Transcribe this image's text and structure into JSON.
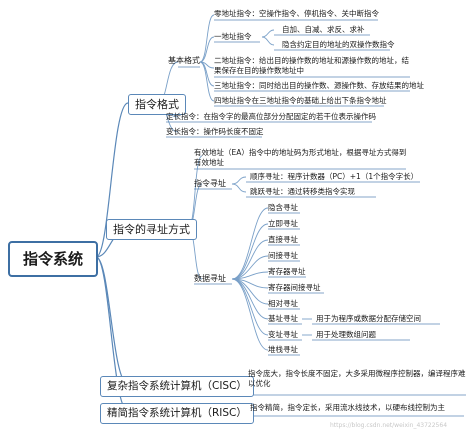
{
  "root": {
    "label": "指令系统"
  },
  "branches": {
    "format": {
      "label": "指令格式",
      "basic": {
        "label": "基本格式",
        "zero_addr": "零地址指令：空操作指令、停机指令、关中断指令",
        "one_addr": {
          "label": "一地址指令",
          "items": [
            "自加、自减、求反、求补",
            "隐含约定目的地址的双操作数指令"
          ]
        },
        "two_addr": "二地址指令：给出目的操作数的地址和源操作数的地址，结果保存在目的操作数地址中",
        "three_addr": "三地址指令：同时给出目的操作数、源操作数、存放结果的地址",
        "four_addr": "四地址指令在三地址指令的基础上给出下条指令地址"
      },
      "fixed_len": "定长指令：在指令字的最高位部分分配固定的若干位表示操作码",
      "var_len": "变长指令：操作码长度不固定"
    },
    "addressing": {
      "label": "指令的寻址方式",
      "ea_desc": "有效地址（EA）指令中的地址码为形式地址，根据寻址方式得到有效地址",
      "instr_addr": {
        "label": "指令寻址",
        "seq": "顺序寻址：程序计数器（PC）+1（1个指令字长）",
        "jump": "跳跃寻址：通过转移类指令实现"
      },
      "data_addr": {
        "label": "数据寻址",
        "items": [
          "隐含寻址",
          "立即寻址",
          "直接寻址",
          "间接寻址",
          "寄存器寻址",
          "寄存器间接寻址",
          "相对寻址",
          "基址寻址",
          "变址寻址",
          "堆栈寻址"
        ],
        "base_note": "用于为程序或数据分配存储空间",
        "index_note": "用于处理数组问题"
      }
    },
    "cisc": {
      "label": "复杂指令系统计算机（CISC）",
      "desc": "指令庞大，指令长度不固定，大多采用微程序控制器，编译程序难以优化"
    },
    "risc": {
      "label": "精简指令系统计算机（RISC）",
      "desc": "指令精简，指令定长，采用流水线技术，以硬布线控制为主"
    }
  },
  "watermark": "https://blog.csdn.net/weixin_43722564"
}
